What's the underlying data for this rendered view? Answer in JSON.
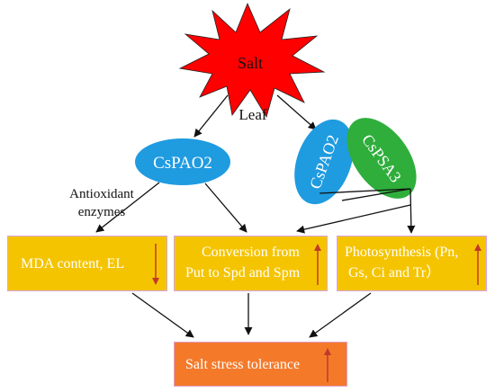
{
  "stress": {
    "label": "Salt"
  },
  "organ": {
    "label": "Leaf"
  },
  "genes": {
    "left": "CsPAO2",
    "right_a": "CsPAO2",
    "right_b": "CsPSA3"
  },
  "edge_label": {
    "line1": "Antioxidant",
    "line2": "enzymes"
  },
  "outcomes": {
    "mda": {
      "text": "MDA content, EL",
      "trend": "down"
    },
    "conversion": {
      "line1": "Conversion from",
      "line2": "Put to Spd and Spm",
      "trend": "up"
    },
    "photosynthesis": {
      "line1": "Photosynthesis (Pn,",
      "line2": "Gs, Ci and Tr）",
      "trend": "up"
    }
  },
  "result": {
    "text": "Salt stress tolerance",
    "trend": "up"
  },
  "colors": {
    "salt_star": "#ff0000",
    "ellipse_blue": "#1f9be0",
    "ellipse_green": "#2fae3c",
    "box_yellow": "#f5c400",
    "box_orange": "#f47a2a",
    "arrow_up": "#c0392b",
    "arrow_down": "#c0392b"
  }
}
